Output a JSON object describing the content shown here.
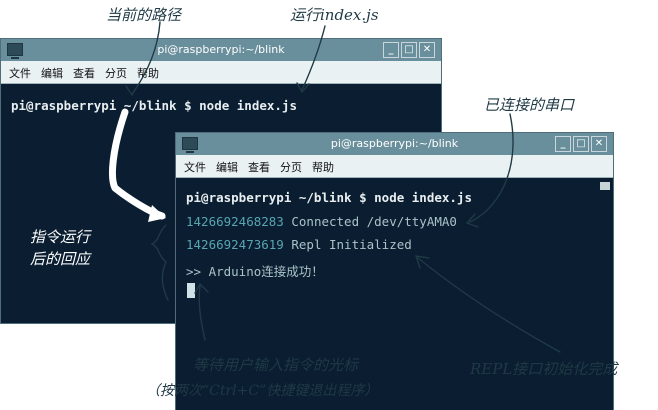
{
  "annotations": {
    "current_path": "当前的路径",
    "run_file": "运行index.js",
    "serial_port": "已连接的串口",
    "cmd_response_1": "指令运行",
    "cmd_response_2": "后的回应",
    "cursor_hint_1": "等待用户输入指令的光标",
    "cursor_hint_2": "（按两次“Ctrl+C”快捷键退出程序）",
    "repl_ready": "REPL接口初始化完成"
  },
  "back_window": {
    "title": "pi@raspberrypi:~/blink",
    "menu": [
      "文件",
      "编辑",
      "查看",
      "分页",
      "帮助"
    ],
    "prompt": "pi@raspberrypi",
    "command": " ~/blink $ node index.js"
  },
  "front_window": {
    "title": "pi@raspberrypi:~/blink",
    "menu": [
      "文件",
      "编辑",
      "查看",
      "分页",
      "帮助"
    ],
    "prompt": "pi@raspberrypi",
    "command": " ~/blink $ node index.js",
    "log": [
      {
        "timestamp": "1426692468283",
        "message": " Connected /dev/ttyAMA0"
      },
      {
        "timestamp": "1426692473619",
        "message": " Repl Initialized"
      }
    ],
    "repl_line": ">> Arduino连接成功！"
  },
  "window_buttons": {
    "minimize": "_",
    "maximize": "□",
    "close": "✕"
  },
  "colors": {
    "terminal_bg": "#0a1d31",
    "titlebar": "#6a8f9c",
    "menubar": "#eaf1f3",
    "timestamp": "#57a6b1",
    "annotation": "#1f3a45"
  }
}
